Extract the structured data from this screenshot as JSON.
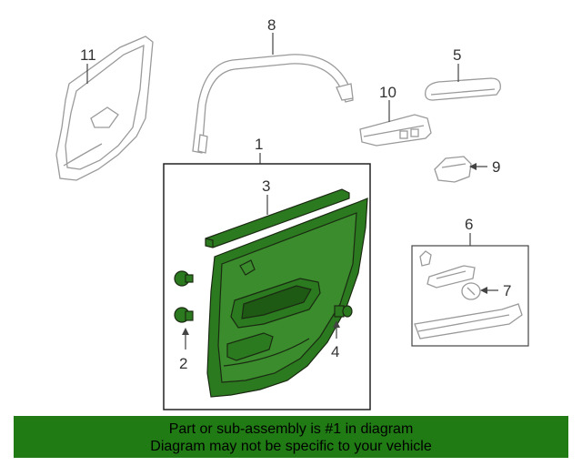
{
  "callouts": {
    "c1": "1",
    "c2": "2",
    "c3": "3",
    "c4": "4",
    "c5": "5",
    "c6": "6",
    "c7": "7",
    "c8": "8",
    "c9": "9",
    "c10": "10",
    "c11": "11"
  },
  "banner": {
    "line1": "Part or sub-assembly is #1 in diagram",
    "line2": "Diagram may not be specific to your vehicle",
    "color": "#207b14"
  },
  "colors": {
    "highlight_fill": "#2c7a1f",
    "line": "#444444",
    "ghost_line": "#999999"
  }
}
